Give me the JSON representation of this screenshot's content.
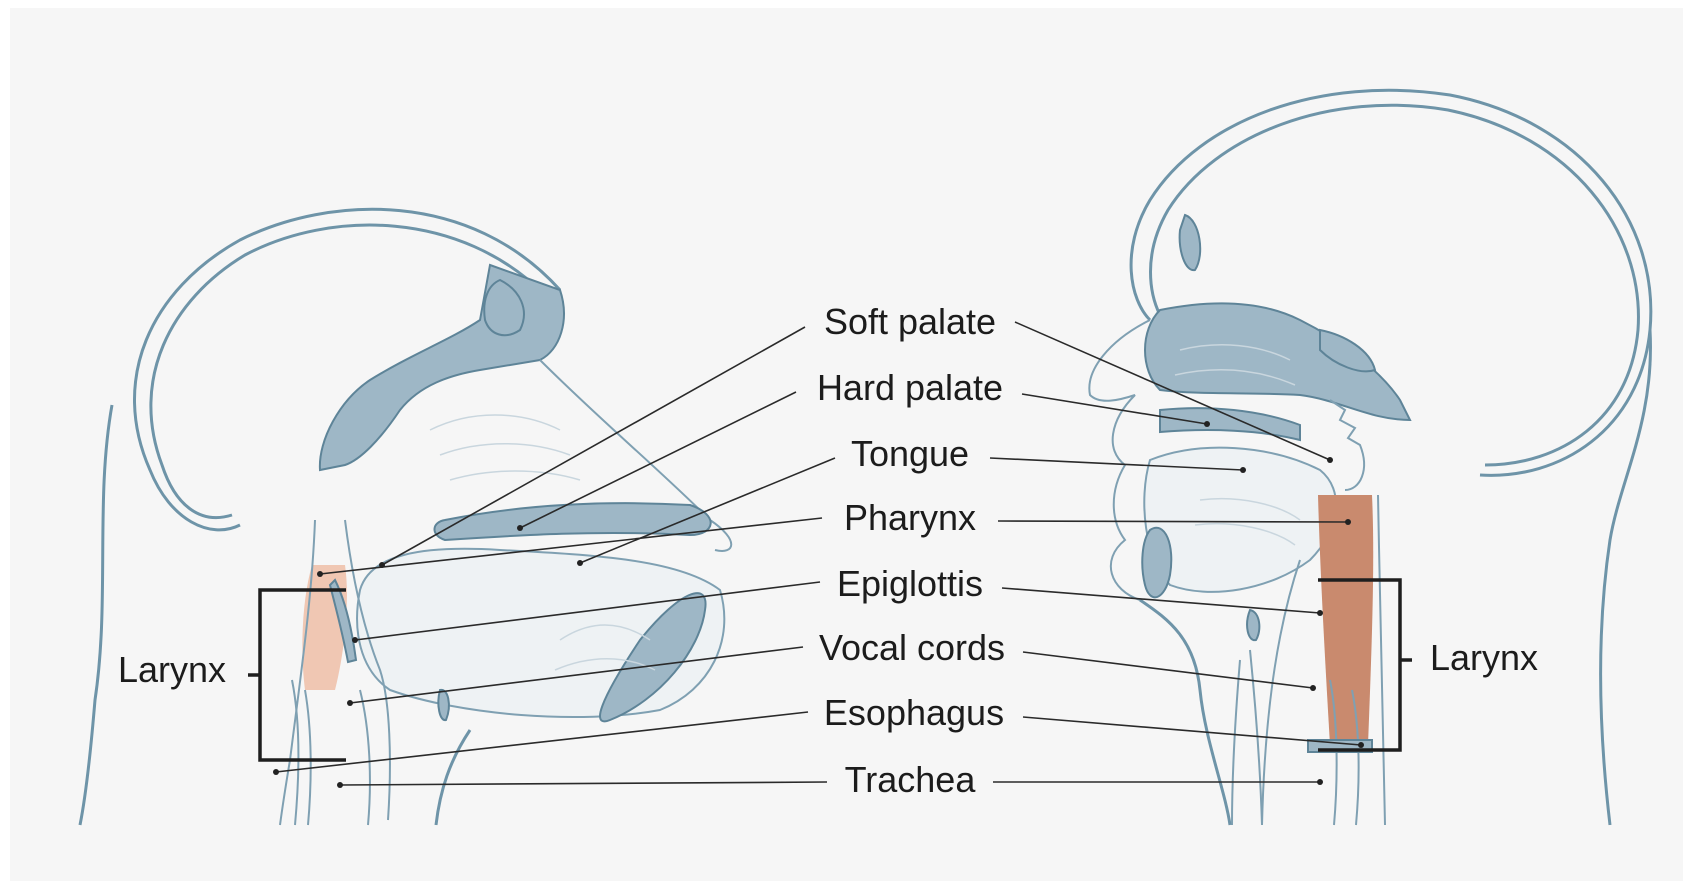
{
  "labels": {
    "soft_palate": "Soft palate",
    "hard_palate": "Hard palate",
    "tongue": "Tongue",
    "pharynx": "Pharynx",
    "epiglottis": "Epiglottis",
    "vocal_cords": "Vocal cords",
    "esophagus": "Esophagus",
    "trachea": "Trachea",
    "larynx_left": "Larynx",
    "larynx_right": "Larynx"
  },
  "colors": {
    "background": "#f6f6f6",
    "bone": "#9eb7c6",
    "outline": "#6e94a8",
    "pharynx_adult": "#c98a6e",
    "pharynx_infant": "#f0c7b3",
    "label_text": "#1c1c1c"
  }
}
